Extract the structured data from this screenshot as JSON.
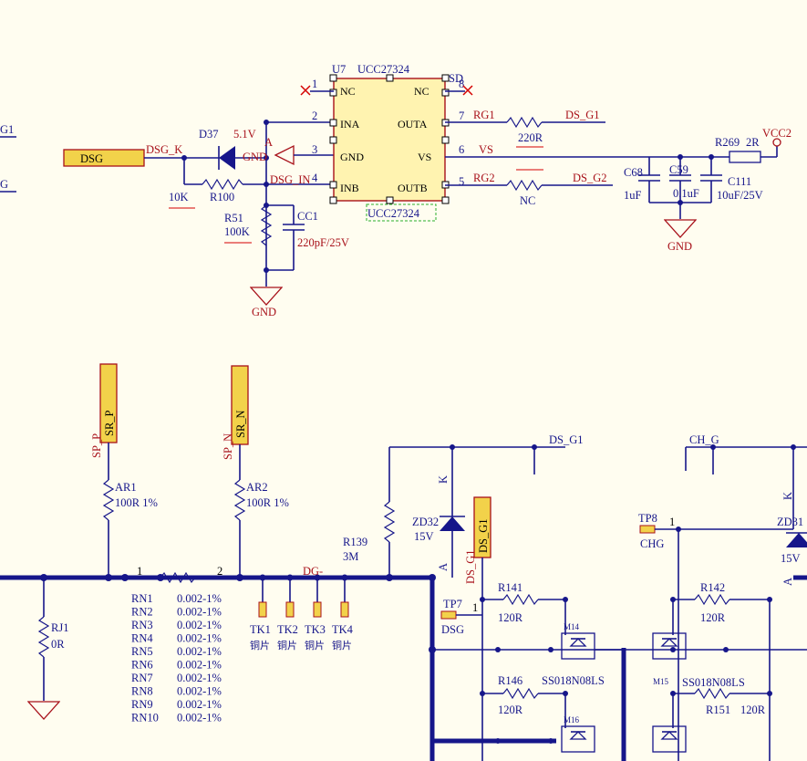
{
  "ic": {
    "designator": "U7",
    "part": "UCC27324",
    "comment": "UCC27324",
    "left_pins": [
      {
        "n": "1",
        "name": "NC"
      },
      {
        "n": "2",
        "name": "INA"
      },
      {
        "n": "3",
        "name": "GND"
      },
      {
        "n": "4",
        "name": "INB"
      }
    ],
    "right_pins": [
      {
        "n": "8",
        "name": "NC"
      },
      {
        "n": "7",
        "name": "OUTA"
      },
      {
        "n": "6",
        "name": "VS"
      },
      {
        "n": "5",
        "name": "OUTB"
      }
    ],
    "extra": "SD"
  },
  "nets": {
    "dsg": "DSG",
    "dsg_k": "DSG_K",
    "dsg_in": "DSG_IN",
    "ds_g1": "DS_G1",
    "ds_g2": "DS_G2",
    "vs": "VS",
    "vcc2": "VCC2",
    "rg1": "RG1",
    "rg2": "RG2",
    "gnd": "GND",
    "a": "A",
    "k": "K",
    "sr_p": "SR_P",
    "sr_n": "SR_N",
    "sp_p": "SP_P",
    "sp_n": "SP_N",
    "dg_minus": "DG-",
    "ch_g": "CH_G",
    "ds_g1_v": "DS_G1",
    "ds_g1_side": "DS_G1",
    "g1_edge": "G1",
    "g_edge": "G"
  },
  "parts": {
    "d37": "D37",
    "d37_v": "5.1V",
    "r100": "R100",
    "r100_v": "10K",
    "r51": "R51",
    "r51_v": "100K",
    "cc1": "CC1",
    "cc1_v": "220pF/25V",
    "rg1_v": "220R",
    "rg2_v": "NC",
    "r269": "R269",
    "r269_v": "2R",
    "c68": "C68",
    "c68_v": "1uF",
    "c59": "C59",
    "c59_v": "0.1uF",
    "c111": "C111",
    "c111_v": "10uF/25V",
    "ar1": "AR1",
    "ar1_v": "100R 1%",
    "ar2": "AR2",
    "ar2_v": "100R 1%",
    "rj1": "RJ1",
    "rj1_v": "0R",
    "r139": "R139",
    "r139_v": "3M",
    "zd32": "ZD32",
    "zd32_v": "15V",
    "zd31": "ZD31",
    "zd31_v": "15V",
    "tp7": "TP7",
    "tp8": "TP8",
    "chg": "CHG",
    "r141": "R141",
    "r141_v": "120R",
    "r142": "R142",
    "r142_v": "120R",
    "r146": "R146",
    "r146_v": "120R",
    "r151": "R151",
    "r151_v": "120R",
    "m14": "M14",
    "m15": "M15",
    "m16": "M16",
    "ss018": "SS018N08LS",
    "ss018b": "SS018N08LS",
    "pin1": "1",
    "pin2": "2",
    "pin1b": "1",
    "pin1c": "1",
    "pin1d": "1"
  },
  "shunts": [
    {
      "ref": "RN1",
      "val": "0.002-1%"
    },
    {
      "ref": "RN2",
      "val": "0.002-1%"
    },
    {
      "ref": "RN3",
      "val": "0.002-1%"
    },
    {
      "ref": "RN4",
      "val": "0.002-1%"
    },
    {
      "ref": "RN5",
      "val": "0.002-1%"
    },
    {
      "ref": "RN6",
      "val": "0.002-1%"
    },
    {
      "ref": "RN7",
      "val": "0.002-1%"
    },
    {
      "ref": "RN8",
      "val": "0.002-1%"
    },
    {
      "ref": "RN9",
      "val": "0.002-1%"
    },
    {
      "ref": "RN10",
      "val": "0.002-1%"
    }
  ],
  "tabs": [
    {
      "ref": "TK1",
      "val": "铜片"
    },
    {
      "ref": "TK2",
      "val": "铜片"
    },
    {
      "ref": "TK3",
      "val": "铜片"
    },
    {
      "ref": "TK4",
      "val": "铜片"
    }
  ]
}
